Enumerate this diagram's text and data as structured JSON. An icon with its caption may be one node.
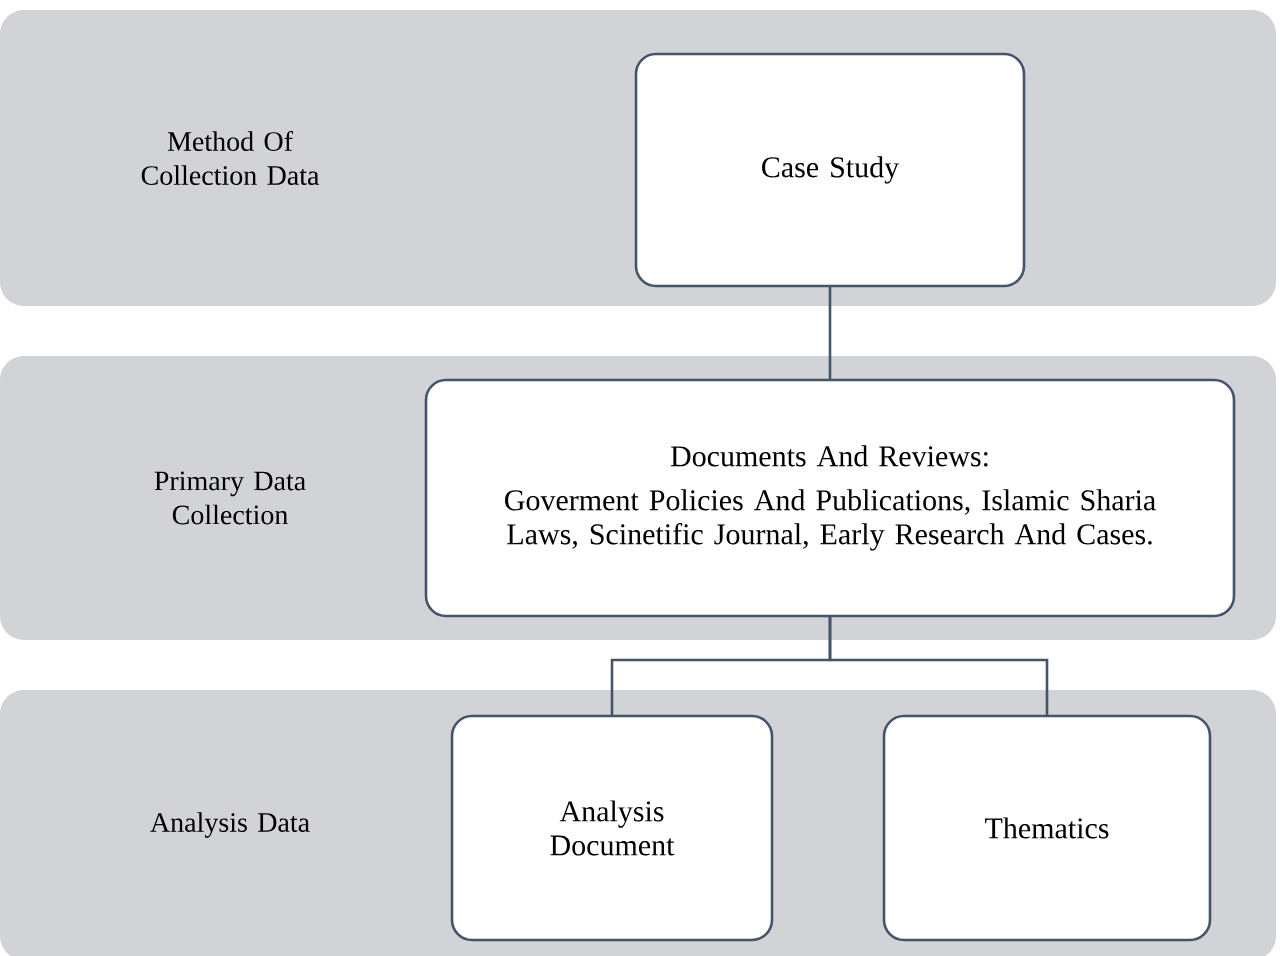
{
  "diagram": {
    "nodes": [
      {
        "text": [
          "Method Of Collection Data"
        ]
      },
      {
        "text": [
          "Case Study"
        ],
        "in": 0
      },
      {
        "text": [
          "Primary Data Collection"
        ]
      },
      {
        "text": [
          "Documents And Reviews:",
          "Goverment Policies And Publications, Islamic Sharia Laws, Scinetific Journal, Early Research And Cases."
        ],
        "in": 2
      },
      {
        "text": [
          "Analysis Data"
        ]
      },
      {
        "text": [
          "Analysis Document"
        ],
        "in": 4
      },
      {
        "text": [
          "Thematics"
        ],
        "in": 4
      }
    ],
    "edges": [
      {
        "from": 1,
        "to": 3,
        "arrow": "none"
      },
      {
        "from": 3,
        "to": 5,
        "arrow": "none"
      },
      {
        "from": 3,
        "to": 6,
        "arrow": "none"
      }
    ]
  }
}
